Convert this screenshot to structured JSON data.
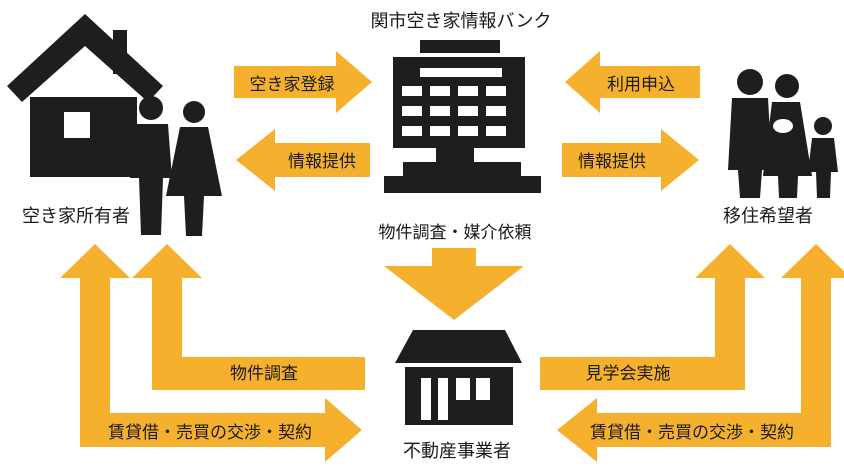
{
  "colors": {
    "arrow": "#F5B12E",
    "icon": "#1e1e1e",
    "text": "#1a1a1a",
    "background": "#ffffff"
  },
  "nodes": {
    "bank": {
      "label": "関市空き家情報バンク",
      "icon": "office-building-icon"
    },
    "owner": {
      "label": "空き家所有者",
      "icon": "house-with-couple-icon"
    },
    "seeker": {
      "label": "移住希望者",
      "icon": "family-icon"
    },
    "realtor": {
      "label": "不動産事業者",
      "icon": "store-icon"
    }
  },
  "arrows": {
    "register": "空き家登録",
    "info_to_owner": "情報提供",
    "apply": "利用申込",
    "info_to_seeker": "情報提供",
    "request": "物件調査・媒介依頼",
    "survey": "物件調査",
    "viewing": "見学会実施",
    "contract_owner": "賃貸借・売買の交渉・契約",
    "contract_seeker": "賃貸借・売買の交渉・契約"
  }
}
